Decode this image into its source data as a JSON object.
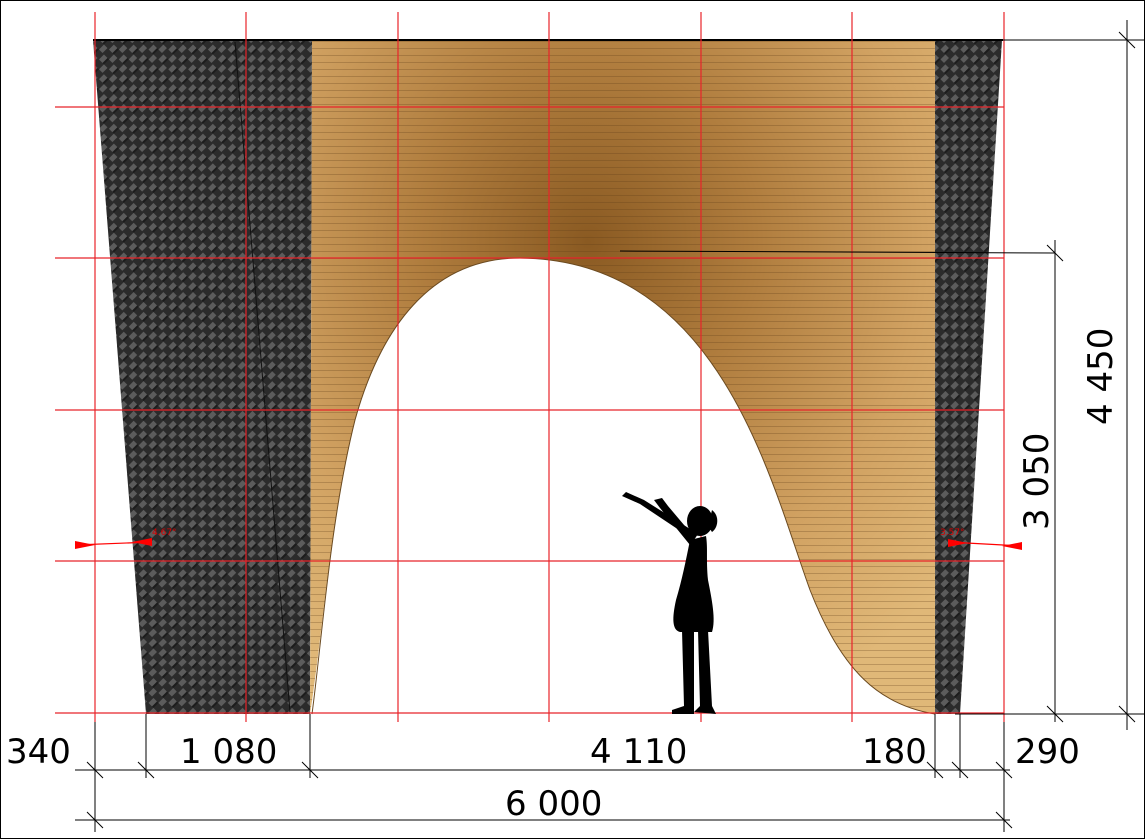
{
  "dimensions": {
    "left_offset": "340",
    "left_column": "1 080",
    "arch_span": "4 110",
    "right_column": "180",
    "right_offset": "290",
    "total_width": "6 000",
    "total_height": "4 450",
    "arch_height": "3 050"
  },
  "angles": {
    "left": "4.67°",
    "right": "3.57°"
  },
  "colors": {
    "grid": "#e8242a",
    "carbon_dark": "#2b2b2b",
    "carbon_light": "#5a5a5a",
    "wood_light": "#d8a86a",
    "wood_dark": "#8a5a22",
    "silhouette": "#000000",
    "arrow": "#ff0000"
  },
  "figure": {
    "silhouette_icon": "child-reaching-up-icon"
  }
}
